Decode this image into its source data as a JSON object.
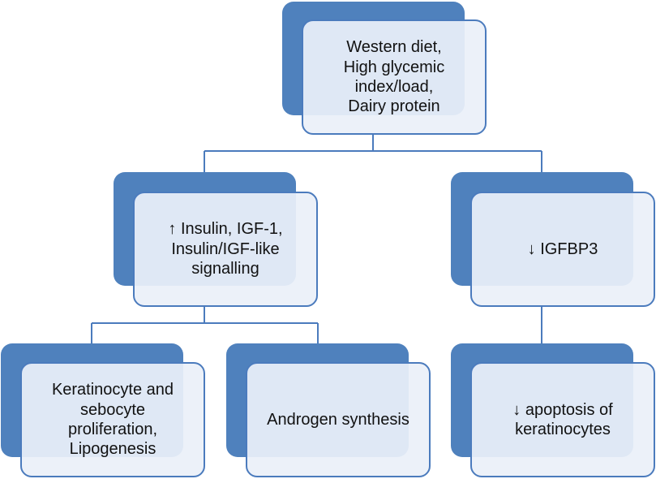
{
  "colors": {
    "accent": "#4f81bd",
    "box_border": "#4b7bbd",
    "box_fill": "#ebf0f9",
    "connector": "#4b7bbd"
  },
  "nodes": {
    "root": {
      "text": "Western diet,\nHigh glycemic\nindex/load,\nDairy protein"
    },
    "insulin": {
      "text": "↑ Insulin, IGF-1,\nInsulin/IGF-like\nsignalling"
    },
    "igfbp3": {
      "text": "↓ IGFBP3"
    },
    "keratinocyte": {
      "text": "Keratinocyte and\nsebocyte\nproliferation,\nLipogenesis"
    },
    "androgen": {
      "text": "Androgen synthesis"
    },
    "apoptosis": {
      "text": "↓ apoptosis of\nkeratinocytes"
    }
  }
}
